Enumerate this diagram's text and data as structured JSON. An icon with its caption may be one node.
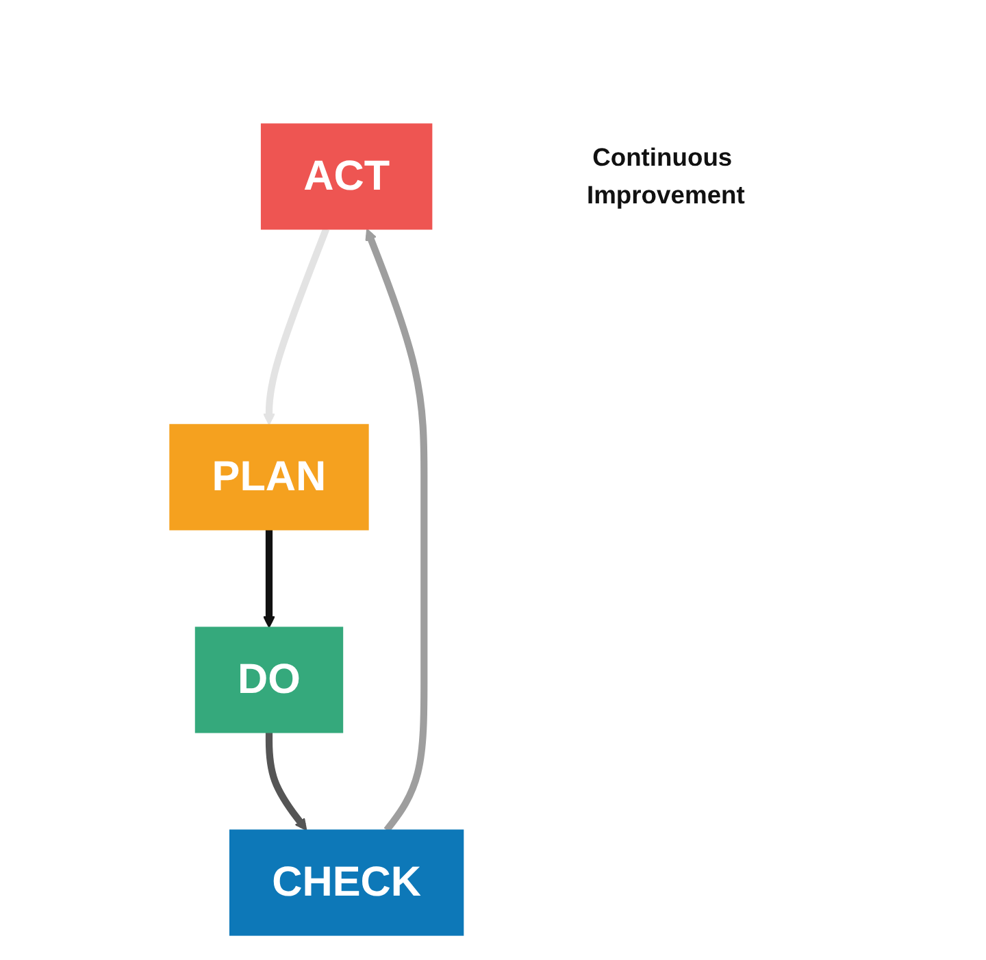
{
  "diagram": {
    "nodes": [
      {
        "text": [
          "ACT"
        ]
      },
      {
        "text": [
          "PLAN"
        ]
      },
      {
        "text": [
          "Continuous Improvement"
        ]
      },
      {
        "text": [
          "CHECK"
        ]
      },
      {
        "text": [
          "DO"
        ]
      }
    ],
    "edges": [
      {
        "from": 1,
        "to": 4,
        "arrow": "to",
        "color": "#111111"
      },
      {
        "from": 4,
        "to": 3,
        "arrow": "to",
        "color": "#555555"
      },
      {
        "from": 3,
        "to": 0,
        "arrow": "to",
        "color": "#9e9e9e"
      },
      {
        "from": 0,
        "to": 1,
        "arrow": "to",
        "color": "#e3e3e3"
      }
    ]
  }
}
